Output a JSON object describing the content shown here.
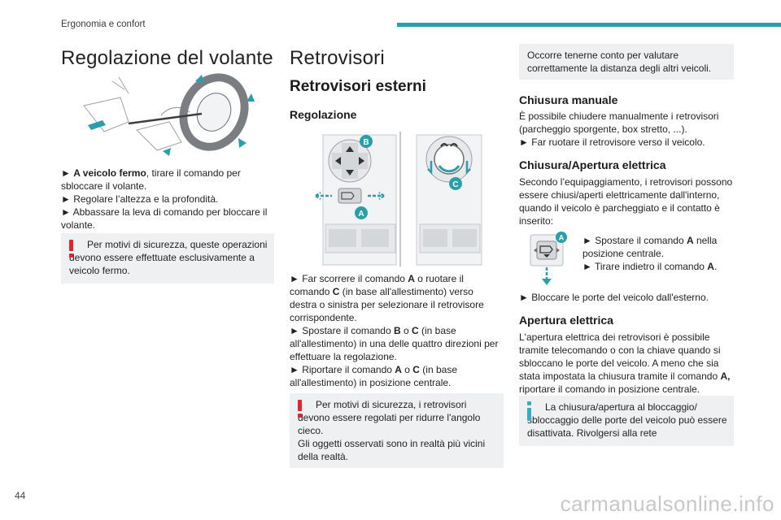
{
  "header": {
    "section": "Ergonomia e confort"
  },
  "page_number": "44",
  "watermark": "carmanualsonline.info",
  "colors": {
    "accent": "#2a9ea9",
    "warning": "#e0262d",
    "info": "#3aa9c6",
    "box_bg": "#eef0f2"
  },
  "col1": {
    "title": "Regolazione del volante",
    "steps": [
      {
        "bold": "A veicolo fermo",
        "text": ", tirare il comando per sbloccare il volante."
      },
      {
        "text": "Regolare l’altezza e la profondità."
      },
      {
        "text": "Abbassare la leva di comando per bloccare il volante."
      }
    ],
    "warning": "Per motivi di sicurezza, queste operazioni devono essere effettuate esclusivamente a veicolo fermo."
  },
  "col2": {
    "title": "Retrovisori",
    "subtitle": "Retrovisori esterni",
    "section": "Regolazione",
    "figure_labels": {
      "a": "A",
      "b": "B",
      "c": "C"
    },
    "steps": [
      {
        "t1": "Far scorrere il comando ",
        "b1": "A",
        "t2": " o ruotare il comando ",
        "b2": "C",
        "t3": " (in base all'allestimento) verso destra o sinistra per selezionare il retrovisore corrispondente."
      },
      {
        "t1": "Spostare il comando ",
        "b1": "B",
        "t2": " o ",
        "b2": "C",
        "t3": " (in base all'allestimento) in una delle quattro direzioni per effettuare la regolazione."
      },
      {
        "t1": "Riportare il comando ",
        "b1": "A",
        "t2": " o ",
        "b2": "C",
        "t3": " (in base all'allestimento) in posizione centrale."
      }
    ],
    "warning_l1": "Per motivi di sicurezza, i retrovisori devono essere regolati per ridurre l'angolo cieco.",
    "warning_l2": "Gli oggetti osservati sono in realtà più vicini della realtà."
  },
  "col3": {
    "box_text": "Occorre tenerne conto per valutare correttamente la distanza degli altri veicoli.",
    "manual_title": "Chiusura manuale",
    "manual_text": "È possibile chiudere manualmente i retrovisori (parcheggio sporgente, box stretto, ...).",
    "manual_step": "Far ruotare il retrovisore verso il veicolo.",
    "electric_title": "Chiusura/Apertura elettrica",
    "electric_text": "Secondo l’equipaggiamento, i retrovisori possono essere chiusi/aperti elettricamente dall'interno, quando il veicolo è parcheggiato e il contatto è inserito:",
    "icon_label": "A",
    "icon_step1_a": "Spostare il comando ",
    "icon_step1_b": "A",
    "icon_step1_c": " nella posizione centrale.",
    "icon_step2_a": "Tirare indietro il comando ",
    "icon_step2_b": "A",
    "icon_step2_c": ".",
    "lock_step": "Bloccare le porte del veicolo dall'esterno.",
    "opening_title": "Apertura elettrica",
    "opening_t1": "L'apertura elettrica dei retrovisori è possibile tramite telecomando o con la chiave quando si sbloccano le porte del veicolo. A meno che sia stata impostata la chiusura tramite il comando ",
    "opening_b": "A,",
    "opening_t2": " riportare il comando in posizione centrale.",
    "info_text": "La chiusura/apertura al bloccaggio/ sbloccaggio delle porte del veicolo può essere disattivata. Rivolgersi alla rete"
  }
}
